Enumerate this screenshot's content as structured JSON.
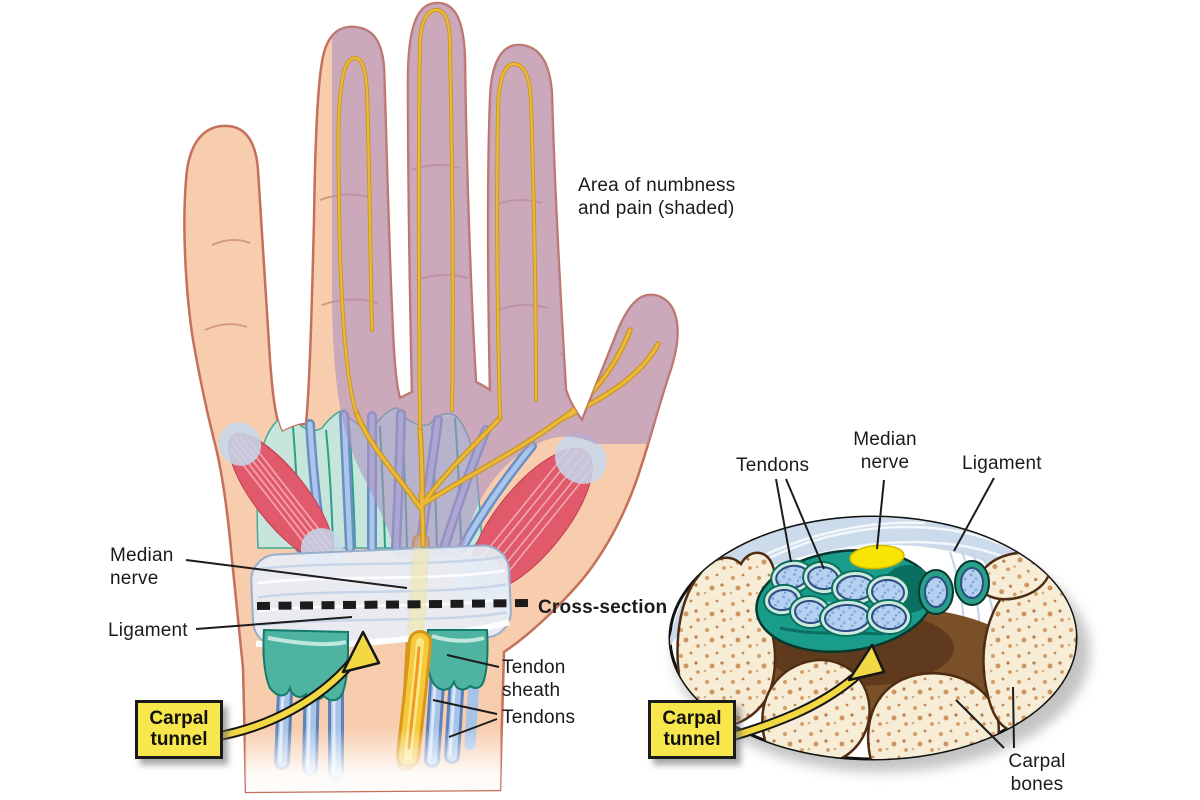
{
  "figure_type": "medical illustration - carpal tunnel syndrome",
  "palette": {
    "skin": "#f7cdae",
    "skin_outline": "#c4705a",
    "shaded_numbness_area": "#ad91c2",
    "nerve_yellow": "#f2c53c",
    "tendon_blue": "#a7c4e8",
    "sheath_teal": "#2aa08a",
    "muscle_red": "#e05a6b",
    "ligament_white_blue": "#e7eef7",
    "bone_cream": "#f7edd7",
    "tunnel_brown": "#7a5029",
    "label_box_yellow": "#f7e74c"
  },
  "hand_panel": {
    "area_of_numbness": "Area of numbness and pain (shaded)",
    "median_nerve": "Median nerve",
    "ligament": "Ligament",
    "carpal_tunnel": "Carpal tunnel",
    "cross_section": "Cross-section",
    "tendon_sheath": "Tendon sheath",
    "tendons": "Tendons"
  },
  "cross_section_panel": {
    "tendons": "Tendons",
    "median_nerve": "Median nerve",
    "ligament": "Ligament",
    "carpal_tunnel": "Carpal tunnel",
    "carpal_bones": "Carpal bones"
  }
}
